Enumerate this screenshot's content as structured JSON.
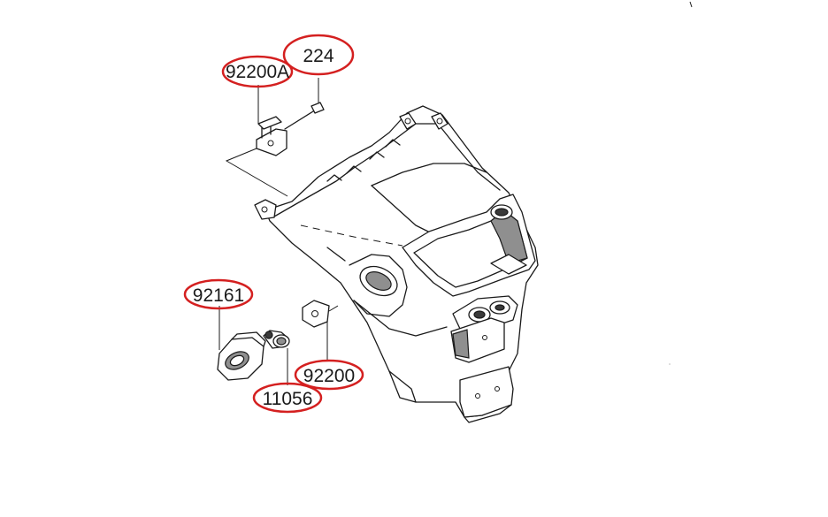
{
  "diagram": {
    "callouts": [
      {
        "id": "c-224",
        "label": "224"
      },
      {
        "id": "c-92200a",
        "label": "92200A"
      },
      {
        "id": "c-92161",
        "label": "92161"
      },
      {
        "id": "c-92200",
        "label": "92200"
      },
      {
        "id": "c-11056",
        "label": "11056"
      }
    ],
    "highlight_color": "#d42020",
    "line_color": "#1a1a1a"
  }
}
